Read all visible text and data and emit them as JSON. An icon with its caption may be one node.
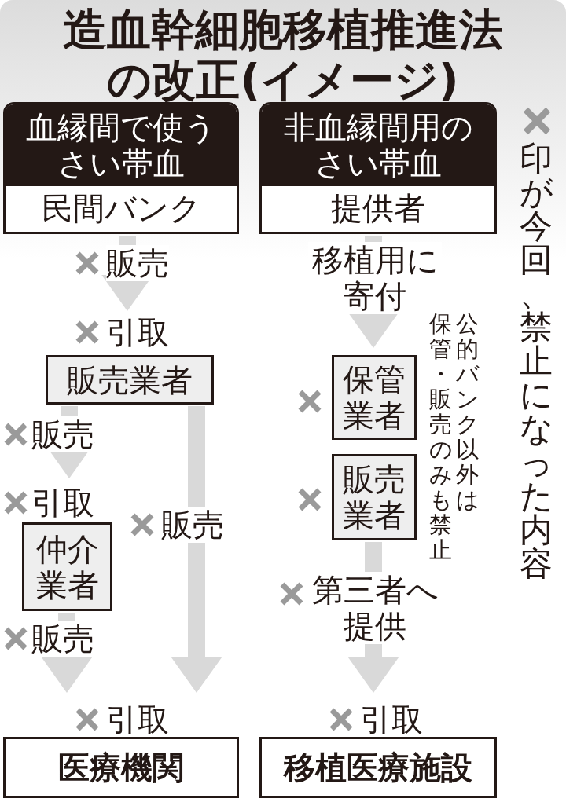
{
  "diagram": {
    "title": "造血幹細胞移植推進法の改正(イメージ)",
    "nodes": [
      {
        "text": [
          "血縁間で使うさい帯血",
          "民間バンク"
        ]
      },
      {
        "text": [
          "非血縁間用のさい帯血",
          "提供者"
        ]
      },
      {
        "text": [
          "販売業者"
        ],
        "beside": [
          "引取"
        ]
      },
      {
        "text": [
          "仲介業者"
        ],
        "beside": [
          "引取"
        ]
      },
      {
        "text": [
          "保管業者"
        ]
      },
      {
        "text": [
          "販売業者"
        ]
      },
      {
        "text": [
          "医療機関"
        ],
        "beside": [
          "引取"
        ]
      },
      {
        "text": [
          "移植医療施設"
        ],
        "beside": [
          "引取"
        ]
      }
    ],
    "edges": [
      {
        "from": 0,
        "to": 2,
        "arrow": "to",
        "label": "販売"
      },
      {
        "from": 2,
        "to": 3,
        "arrow": "to",
        "label": "販売"
      },
      {
        "from": 3,
        "to": 6,
        "arrow": "to",
        "label": "販売"
      },
      {
        "from": 2,
        "to": 6,
        "arrow": "to",
        "label": "販売"
      },
      {
        "from": 1,
        "to": 4,
        "arrow": "to",
        "label": "移植用に寄付"
      },
      {
        "from": 5,
        "to": 7,
        "arrow": "to",
        "label": "第三者へ提供"
      }
    ],
    "labels": [
      "公的バンク以外は",
      "保管・販売のみも禁止"
    ],
    "legend": [
      {
        "text": "印が今回、禁止になった内容"
      }
    ]
  }
}
